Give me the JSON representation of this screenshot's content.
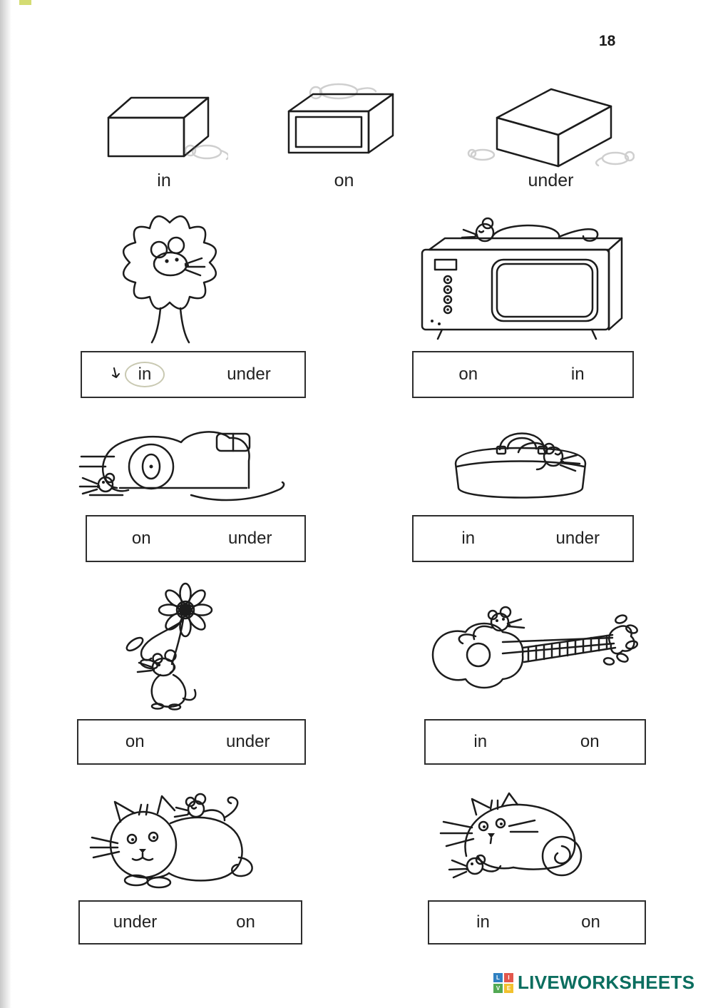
{
  "page": {
    "number": "18"
  },
  "legend": {
    "items": [
      {
        "label": "in"
      },
      {
        "label": "on"
      },
      {
        "label": "under"
      }
    ]
  },
  "exercises": [
    {
      "name": "mouse-in-tree",
      "options": [
        "in",
        "under"
      ]
    },
    {
      "name": "mouse-on-tv",
      "options": [
        "on",
        "in"
      ]
    },
    {
      "name": "mouse-under-car",
      "options": [
        "on",
        "under"
      ]
    },
    {
      "name": "mouse-in-bag",
      "options": [
        "in",
        "under"
      ]
    },
    {
      "name": "mouse-under-flower",
      "options": [
        "on",
        "under"
      ]
    },
    {
      "name": "mouse-on-guitar",
      "options": [
        "in",
        "on"
      ]
    },
    {
      "name": "mouse-on-cat",
      "options": [
        "under",
        "on"
      ]
    },
    {
      "name": "mouse-under-cat",
      "options": [
        "in",
        "on"
      ]
    }
  ],
  "footer": {
    "brand": "LIVEWORKSHEETS",
    "logo_letters": [
      "L",
      "I",
      "V",
      "E"
    ]
  }
}
